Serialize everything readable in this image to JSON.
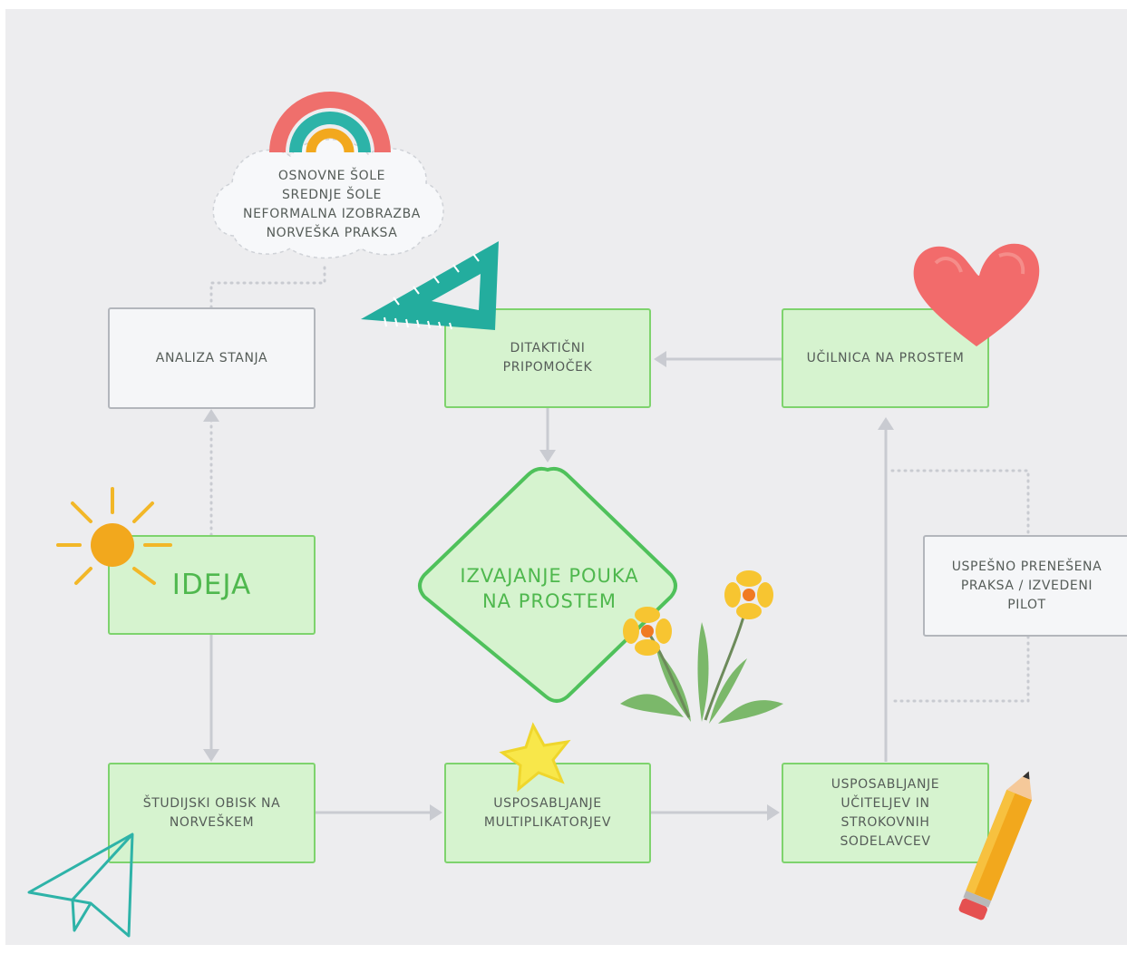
{
  "nodes": {
    "analiza_stanja": "ANALIZA STANJA",
    "ideja": "IDEJA",
    "studijski_obisk": [
      "ŠTUDIJSKI OBISK NA",
      "NORVEŠKEM"
    ],
    "didakticni": [
      "DITAKTIČNI",
      "PRIPOMOČEK"
    ],
    "izvajanje": [
      "IZVAJANJE POUKA",
      "NA PROSTEM"
    ],
    "multiplikatorji": [
      "USPOSABLJANJE",
      "MULTIPLIKATORJEV"
    ],
    "ucilnica": "UČILNICA NA PROSTEM",
    "uciteljev": [
      "USPOSABLJANJE",
      "UČITELJEV IN",
      "STROKOVNIH",
      "SODELAVCEV"
    ],
    "uspesno": [
      "USPEŠNO PRENEŠENA",
      "PRAKSA / IZVEDENI",
      "PILOT"
    ]
  },
  "cloud": [
    "OSNOVNE ŠOLE",
    "SREDNJE ŠOLE",
    "NEFORMALNA IZOBRAZBA",
    "NORVEŠKA PRAKSA"
  ],
  "decorations": [
    "rainbow-icon",
    "triangle-ruler-icon",
    "heart-icon",
    "sun-icon",
    "flowers-icon",
    "star-icon",
    "pencil-icon",
    "paper-plane-icon"
  ],
  "colors": {
    "canvas": "#ededef",
    "green_fill": "#d6f3cf",
    "green_border": "#7ed36d",
    "gray_fill": "#f5f6f8",
    "gray_border": "#b3b6bc",
    "arrow": "#c9cbd1",
    "text": "#555c58",
    "accent_text": "#4fb84e"
  }
}
